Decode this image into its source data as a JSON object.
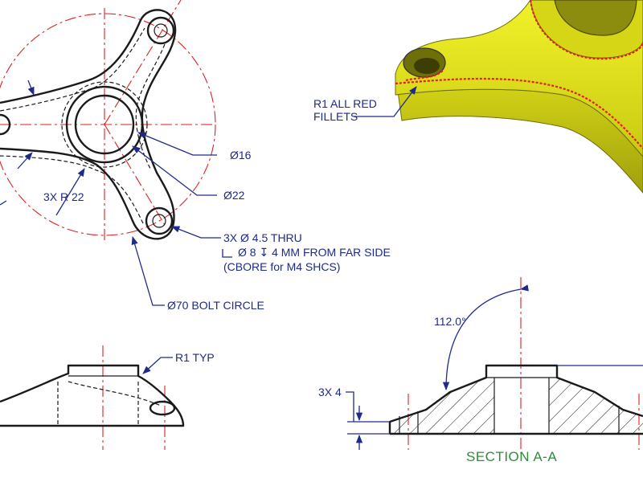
{
  "annotations": {
    "dia16": "Ø16",
    "dia22": "Ø22",
    "radius": "3X R 22",
    "hole_line1": "3X  Ø  4.5 THRU",
    "hole_line2": "Ø 8 ↧ 4 MM FROM FAR SIDE",
    "hole_line3": "(CBORE for M4 SHCS)",
    "bolt_circle": "Ø70 BOLT CIRCLE",
    "red_fillets_1": "R1 ALL RED",
    "red_fillets_2": "FILLETS",
    "r1_typ": "R1 TYP",
    "angle": "112.0°",
    "thickness": "3X 4",
    "section": "SECTION A-A"
  },
  "colors": {
    "annotation": "#1d2a8c",
    "centerline": "#dd2222",
    "section_label": "#2e8b3a",
    "model_fill": "#e6e61a",
    "model_shadow": "#9a9a10"
  }
}
